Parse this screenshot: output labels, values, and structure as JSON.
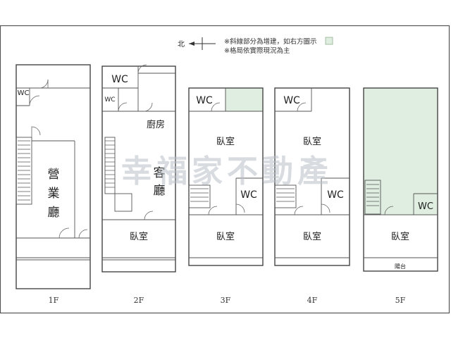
{
  "compass": {
    "label": "北"
  },
  "notes": {
    "line1": "※斜線部分為增建，如右方圖示",
    "line2": "※格局依實際現況為主",
    "legend_color": "#dfeee0"
  },
  "watermark": "幸福家不動產",
  "floors": [
    {
      "name": "1F",
      "rooms": {
        "wc": "WC",
        "hall_1": "營",
        "hall_2": "業",
        "hall_3": "廳"
      }
    },
    {
      "name": "2F",
      "rooms": {
        "wc_large": "WC",
        "wc_small": "WC",
        "kitchen": "廚房",
        "living_1": "客",
        "living_2": "廳",
        "bedroom": "臥室"
      }
    },
    {
      "name": "3F",
      "rooms": {
        "wc_top": "WC",
        "bedroom_top": "臥室",
        "wc_mid": "WC",
        "bedroom_bottom": "臥室"
      }
    },
    {
      "name": "4F",
      "rooms": {
        "wc_top": "WC",
        "bedroom_top": "臥室",
        "wc_mid": "WC",
        "bedroom_bottom": "臥室"
      }
    },
    {
      "name": "5F",
      "rooms": {
        "wc": "WC",
        "bedroom": "臥室",
        "balcony": "陽台"
      }
    }
  ]
}
